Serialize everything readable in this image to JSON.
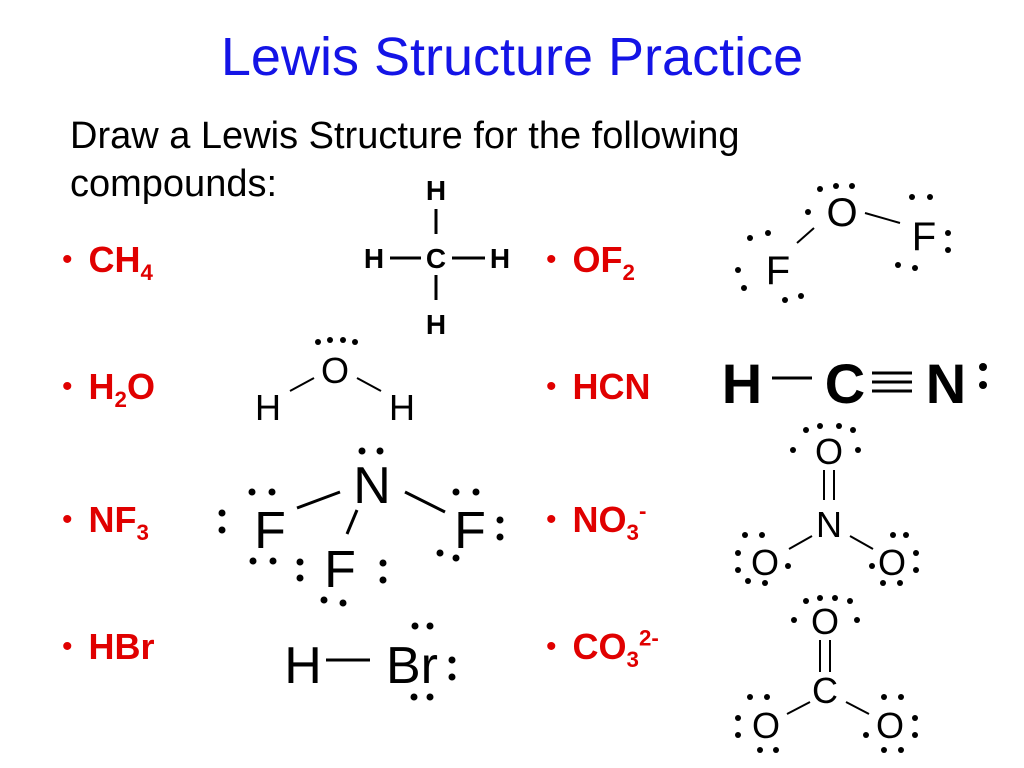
{
  "title": "Lewis Structure Practice",
  "instruction_line1": "Draw a Lewis Structure for the following",
  "instruction_line2": "compounds:",
  "bullet_char": "•",
  "compounds": [
    {
      "base": "CH",
      "sub": "4",
      "tail": "",
      "sup": ""
    },
    {
      "base": "H",
      "sub": "2",
      "tail": "O",
      "sup": ""
    },
    {
      "base": "NF",
      "sub": "3",
      "tail": "",
      "sup": ""
    },
    {
      "base": "HBr",
      "sub": "",
      "tail": "",
      "sup": ""
    },
    {
      "base": "OF",
      "sub": "2",
      "tail": "",
      "sup": ""
    },
    {
      "base": "HCN",
      "sub": "",
      "tail": "",
      "sup": ""
    },
    {
      "base": "NO",
      "sub": "3",
      "tail": "",
      "sup": "-"
    },
    {
      "base": "CO",
      "sub": "3",
      "tail": "",
      "sup": "2-"
    }
  ],
  "atoms": {
    "h": "H",
    "c": "C",
    "o": "O",
    "n": "N",
    "f": "F",
    "br": "Br"
  },
  "colors": {
    "title": "#1414e6",
    "bullet": "#e00000",
    "structure": "#000000"
  }
}
